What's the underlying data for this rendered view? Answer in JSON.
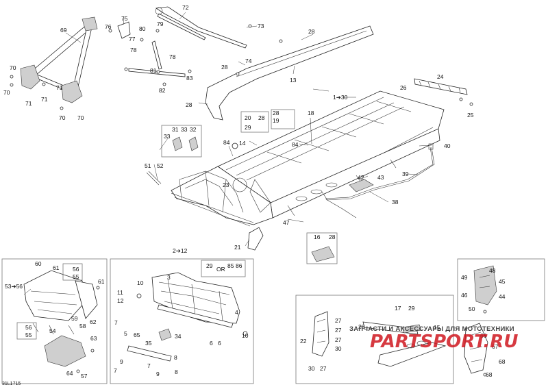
{
  "diagram_code": "31L1715",
  "labels": {
    "l69": "69",
    "l76": "76",
    "l75": "75",
    "l77": "77",
    "l80": "80",
    "l79": "79",
    "l72": "72",
    "l73": "73",
    "l78a": "78",
    "l78b": "78",
    "l81": "81",
    "l82": "82",
    "l83": "83",
    "l74": "74",
    "l28a": "28",
    "l28b": "28",
    "l13": "13",
    "l28c": "28",
    "l70a": "70",
    "l70b": "70",
    "l71a": "71",
    "l71b": "71",
    "l71c": "71",
    "l70c": "70",
    "l70d": "70",
    "l1to30": "1➔30",
    "l24": "24",
    "l26": "26",
    "l25": "25",
    "l20": "20",
    "l28d": "28",
    "l29": "29",
    "l19": "19",
    "l28e": "28",
    "l18": "18",
    "l31": "31",
    "l33a": "33",
    "l32": "32",
    "l33b": "33",
    "l84a": "84",
    "l14": "14",
    "l84b": "84",
    "l40": "40",
    "l51": "51",
    "l52": "52",
    "l23": "23",
    "l39": "39",
    "l42": "42",
    "l43": "43",
    "l38": "38",
    "l47": "47",
    "l21": "21",
    "l16": "16",
    "l28f": "28",
    "l2to12": "2➔12",
    "l29b": "29",
    "l85": "85",
    "l86": "86",
    "or": "OR",
    "l3": "3",
    "l10a": "10",
    "l11": "11",
    "l12": "12",
    "l4": "4",
    "l7a": "7",
    "l65": "65",
    "l5": "5",
    "l34": "34",
    "l35": "35",
    "l10b": "10",
    "l6a": "6",
    "l6b": "6",
    "l9a": "9",
    "l7b": "7",
    "l9b": "9",
    "l8a": "8",
    "l7c": "7",
    "l8b": "8",
    "l60": "60",
    "l61a": "61",
    "l56a": "56",
    "l55a": "55",
    "l53to56": "53➔56",
    "l61b": "61",
    "l59": "59",
    "l62": "62",
    "l58": "58",
    "l63": "63",
    "l56b": "56",
    "l55b": "55",
    "l54": "54",
    "l64": "64",
    "l57": "57",
    "l48": "48",
    "l49": "49",
    "l45": "45",
    "l46": "46",
    "l44": "44",
    "l50": "50",
    "l17": "17",
    "l29c": "29",
    "l27a": "27",
    "l28g": "28",
    "l27b": "27",
    "l15": "15",
    "l22": "22",
    "l27c": "27",
    "l30a": "30",
    "l30b": "30",
    "l27d": "27",
    "l66": "66",
    "l67": "67",
    "l68a": "68",
    "l68b": "68"
  },
  "watermark_text": "ЗАПЧАСТИ И АКСЕССУАРЫ ДЛЯ МОТОТЕХНИКИ",
  "watermark_logo": "PARTSPORT.RU",
  "colors": {
    "line": "#222222",
    "watermark": "#d01820",
    "box": "#777777"
  }
}
